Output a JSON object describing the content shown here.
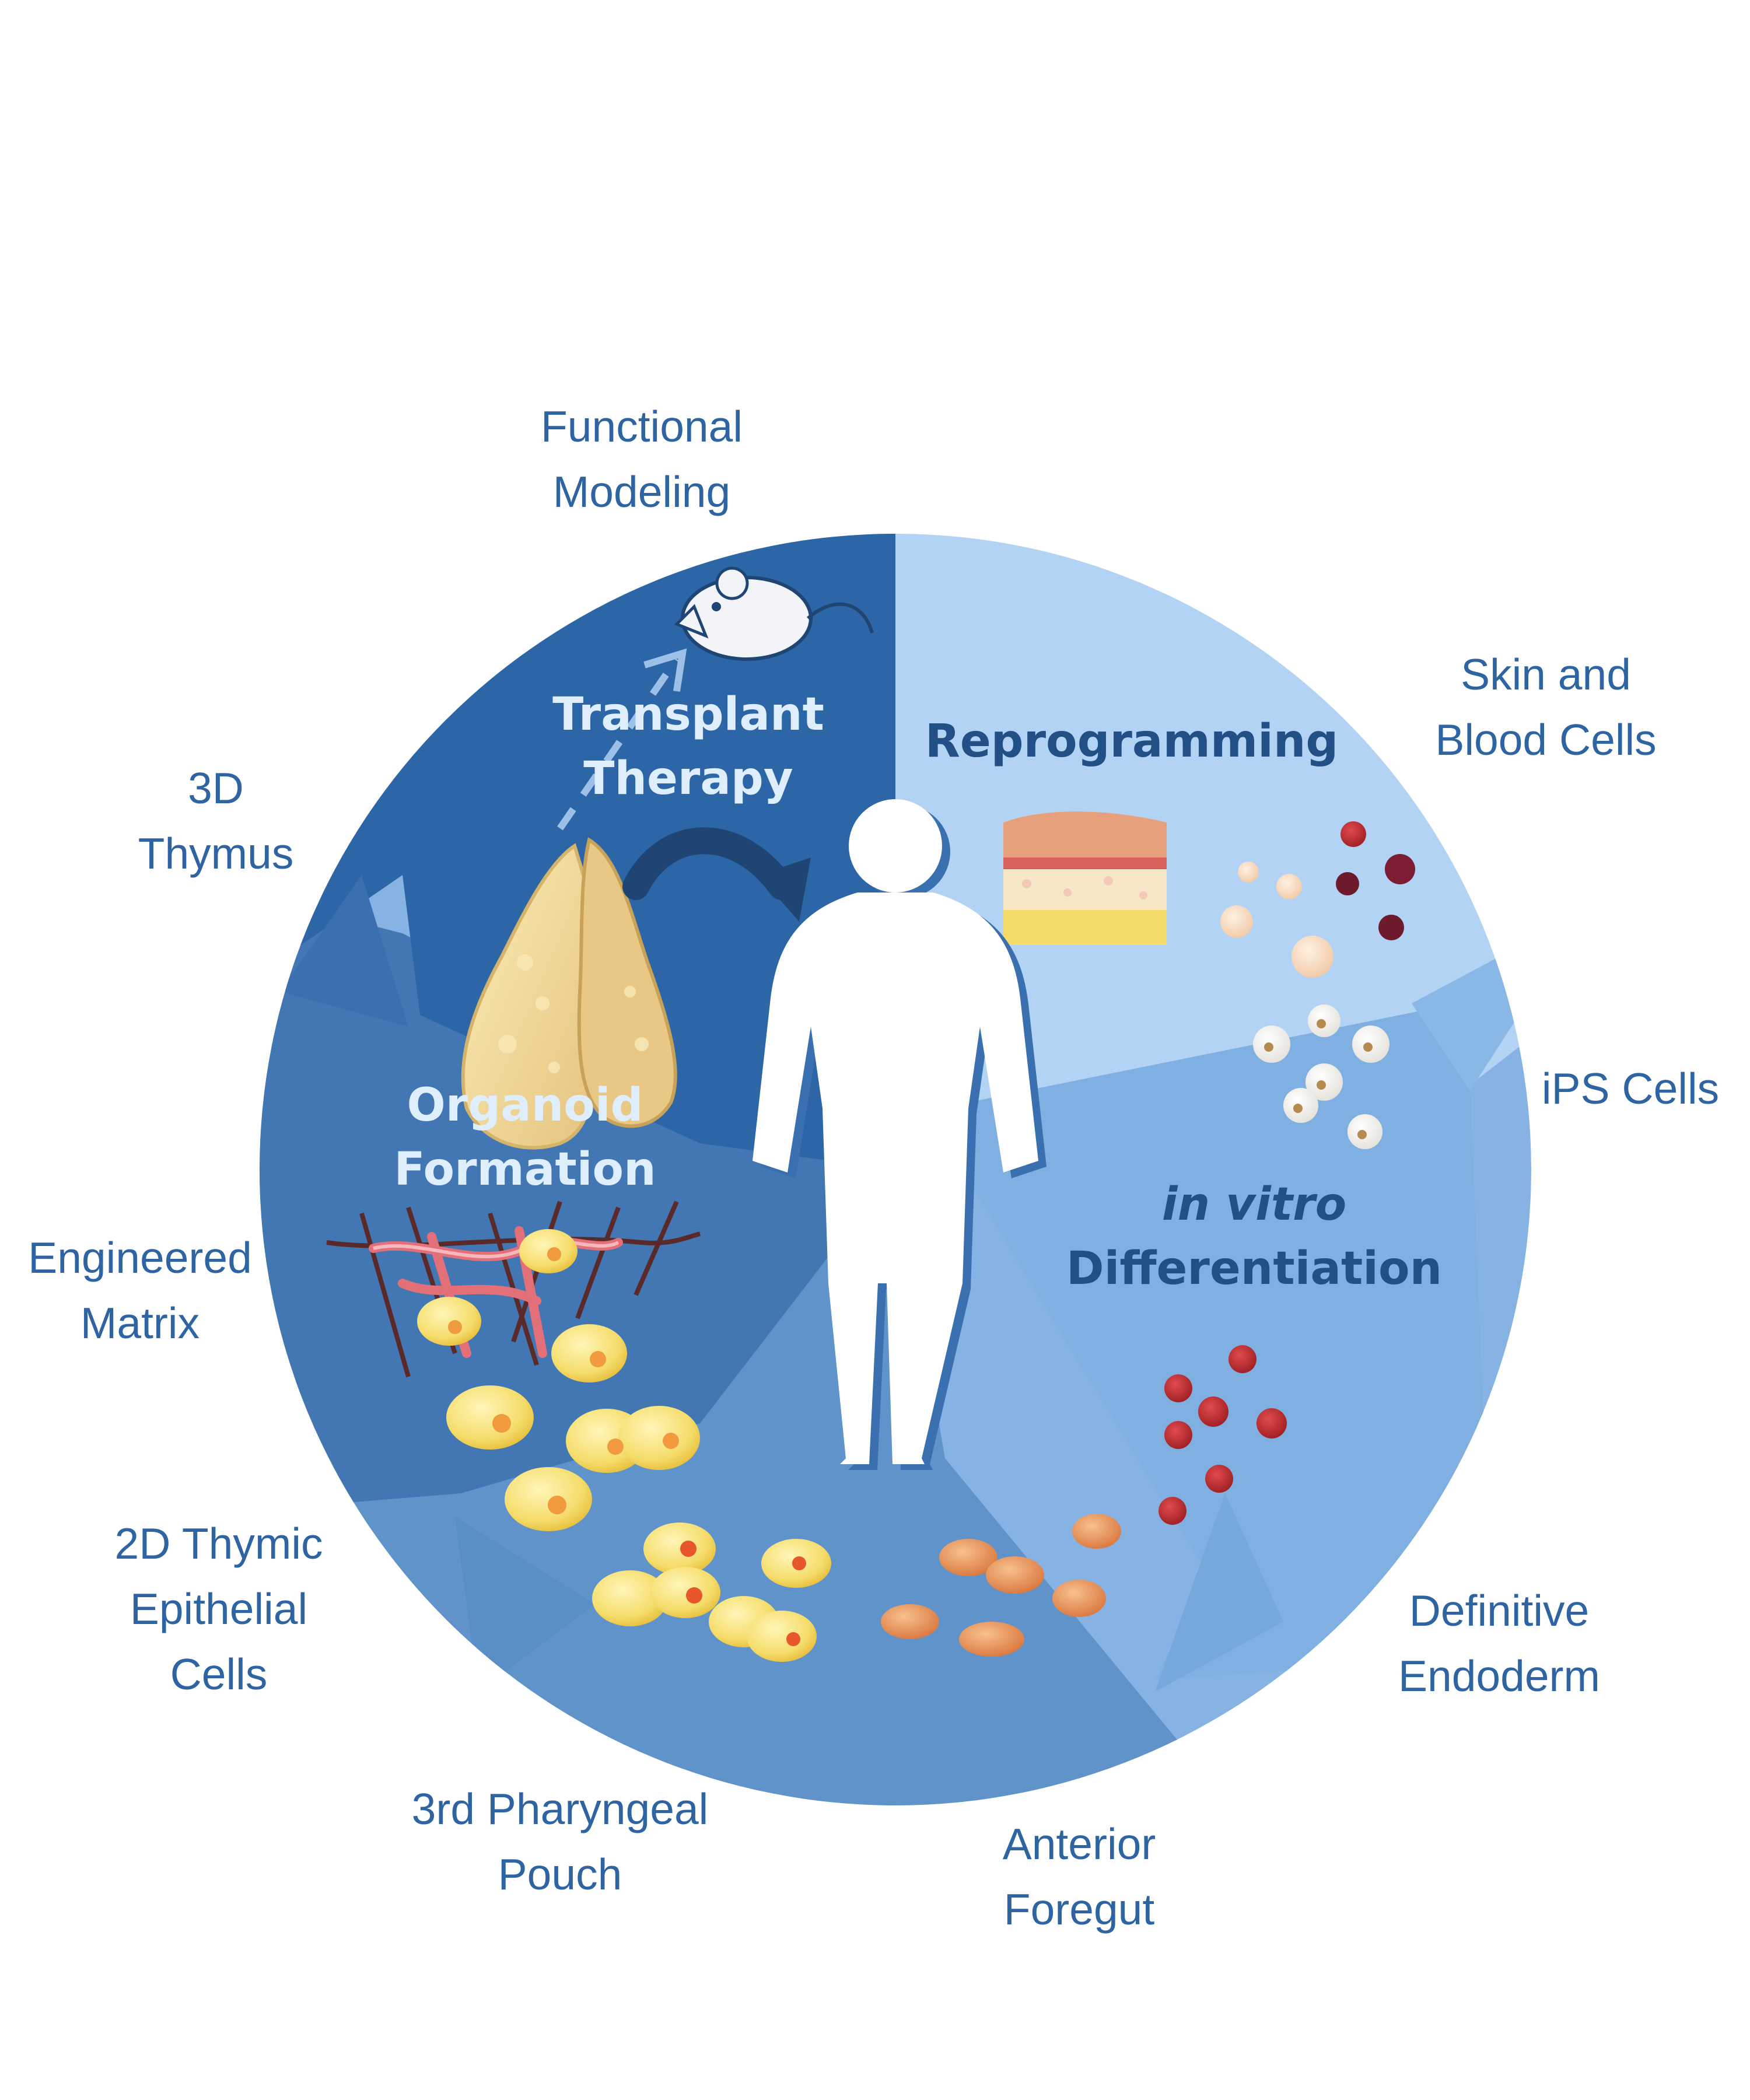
{
  "colors": {
    "outer_ring": "#86b3e3",
    "reprogramming_sector": "#b2d3f4",
    "transplant_sector": "#2d66a6",
    "organoid_sector": "#4277b3",
    "lower_sector": "#5f93ca",
    "differentiation_sector": "#80b0e1",
    "label_text": "#2e64a1",
    "dark_title": "#214f86",
    "light_title": "#dfeefd",
    "figure": "#ffffff"
  },
  "ring_labels": {
    "functional_modeling": [
      "Functional",
      "Modeling"
    ],
    "skin_blood": [
      "Skin and",
      "Blood Cells"
    ],
    "thymus_3d": [
      "3D",
      "Thymus"
    ],
    "ips": [
      "iPS Cells"
    ],
    "engineered_matrix": [
      "Engineered",
      "Matrix"
    ],
    "thymic_2d": [
      "2D Thymic",
      "Epithelial",
      "Cells"
    ],
    "definitive_endoderm": [
      "Definitive",
      "Endoderm"
    ],
    "pharyngeal_pouch": [
      "3rd Pharyngeal",
      "Pouch"
    ],
    "anterior_foregut": [
      "Anterior",
      "Foregut"
    ]
  },
  "sector_titles": {
    "transplant": [
      "Transplant",
      "Therapy"
    ],
    "reprogramming": "Reprogramming",
    "organoid": [
      "Organoid",
      "Formation"
    ],
    "differentiation_italic": "in vitro",
    "differentiation": "Differentiation"
  },
  "icons": {
    "mouse": "mouse-icon",
    "thymus": "thymus-organ-icon",
    "skin": "skin-tissue-icon",
    "human": "human-figure-icon"
  }
}
